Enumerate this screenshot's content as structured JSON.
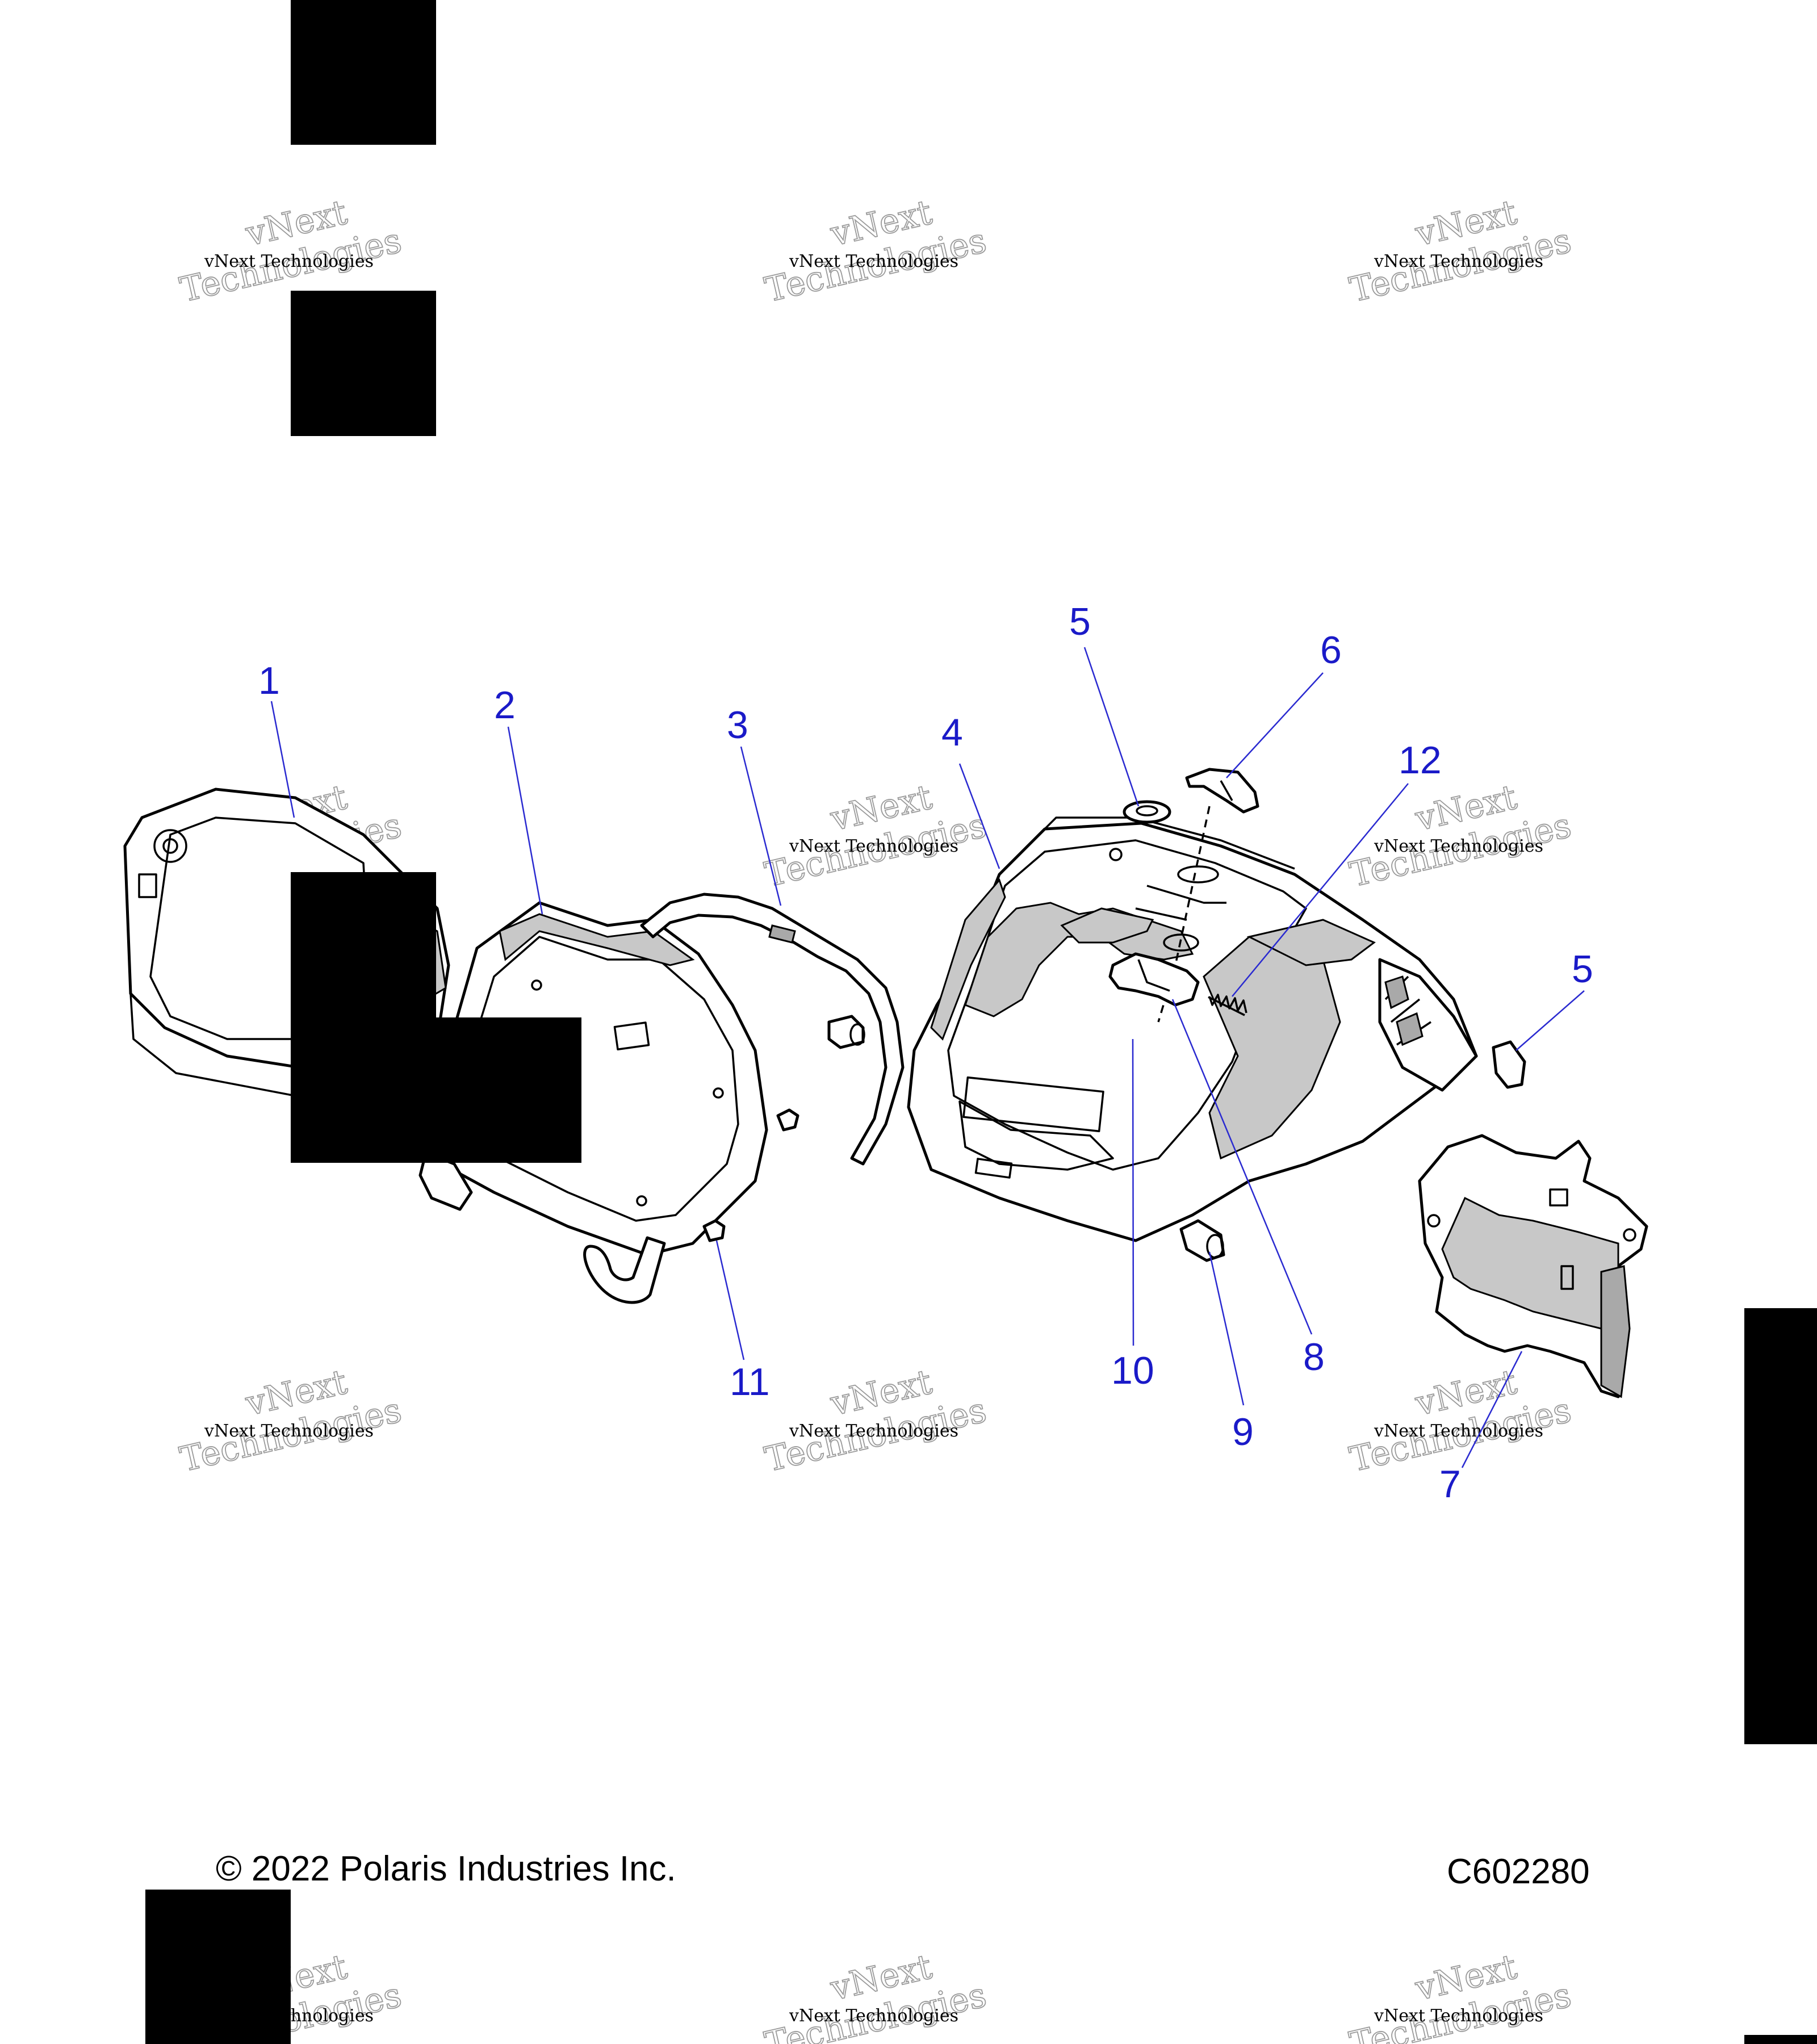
{
  "footer": {
    "copyright": "© 2022 Polaris Industries Inc.",
    "figure_code": "C602280"
  },
  "watermark": {
    "line1": "vNext Technologies",
    "line2a": "vNext",
    "line2b": "Technologies"
  },
  "callouts": [
    "1",
    "2",
    "3",
    "4",
    "5",
    "6",
    "12",
    "5",
    "8",
    "10",
    "9",
    "11",
    "7"
  ],
  "colors": {
    "callout_text": "#1a1ac8",
    "leader_line": "#2a2ad0",
    "part_line": "#000000",
    "part_shade": "#c8c8c8"
  }
}
